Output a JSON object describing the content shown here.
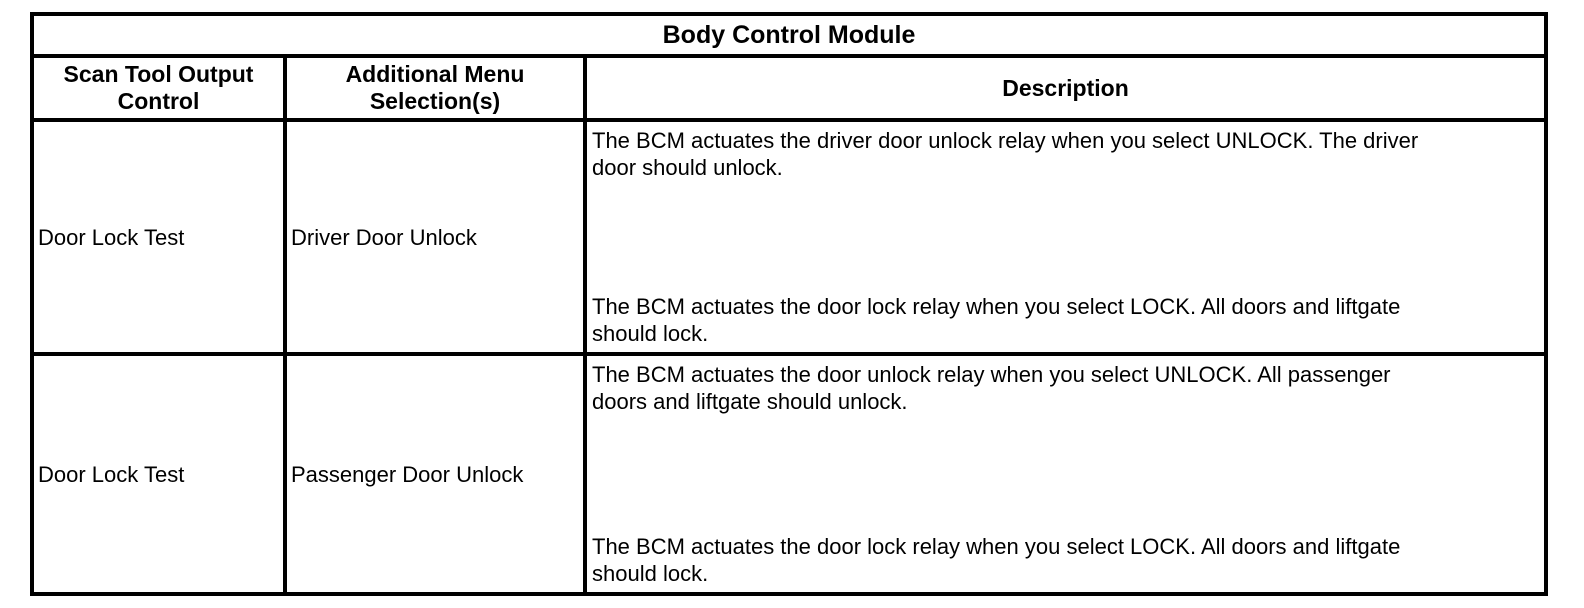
{
  "page": {
    "background": "#ffffff",
    "text_color": "#000000",
    "border_color": "#000000"
  },
  "table": {
    "title": "Body Control Module",
    "columns": [
      {
        "label": "Scan Tool Output Control",
        "lines": [
          "Scan Tool Output",
          "Control"
        ]
      },
      {
        "label": "Additional Menu Selection(s)",
        "lines": [
          "Additional Menu",
          "Selection(s)"
        ]
      },
      {
        "label": "Description",
        "lines": [
          "Description"
        ]
      }
    ],
    "rows": [
      {
        "scan_tool_output_control": "Door Lock Test",
        "additional_menu_selection": "Driver Door Unlock",
        "description": [
          {
            "text": "The BCM actuates the driver door unlock relay when you select UNLOCK. The driver door should unlock.",
            "lines": [
              "The BCM actuates the driver door unlock relay when you select UNLOCK. The driver",
              "door should unlock."
            ]
          },
          {
            "text": "The BCM actuates the door lock relay when you select LOCK. All doors and liftgate should lock.",
            "lines": [
              "The BCM actuates the door lock relay when you select LOCK. All doors and liftgate",
              "should lock."
            ]
          }
        ]
      },
      {
        "scan_tool_output_control": "Door Lock Test",
        "additional_menu_selection": "Passenger Door Unlock",
        "description": [
          {
            "text": "The BCM actuates the door unlock relay when you select UNLOCK. All passenger doors and liftgate should unlock.",
            "lines": [
              "The BCM actuates the door unlock relay when you select UNLOCK. All passenger",
              "doors and liftgate should unlock."
            ]
          },
          {
            "text": "The BCM actuates the door lock relay when you select LOCK. All doors and liftgate should lock.",
            "lines": [
              "The BCM actuates the door lock relay when you select LOCK. All doors and liftgate",
              "should lock."
            ]
          }
        ]
      }
    ]
  }
}
